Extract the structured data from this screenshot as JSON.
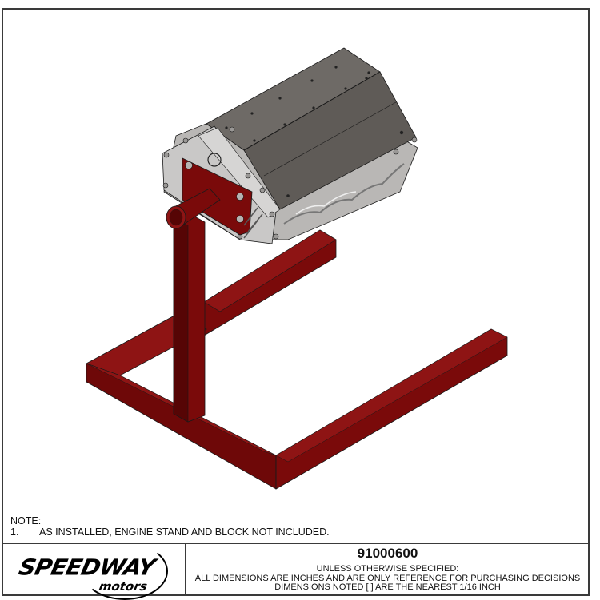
{
  "drawing": {
    "subject": "engine-block-on-stand-assembly",
    "colors": {
      "stand_red": "#7a0a0a",
      "stand_red_dark": "#560505",
      "stand_red_light": "#8e1414",
      "block_gray": "#6e6a66",
      "block_gray_dark": "#55514d",
      "outline": "#1a1a1a"
    }
  },
  "note": {
    "heading": "NOTE:",
    "items": [
      {
        "num": "1.",
        "text": "AS INSTALLED, ENGINE STAND AND BLOCK NOT INCLUDED."
      }
    ]
  },
  "title_block": {
    "logo": {
      "word": "SPEEDWAY",
      "sub": "motors"
    },
    "part_number": "91000600",
    "spec_lines": [
      "UNLESS OTHERWISE SPECIFIED:",
      "ALL DIMENSIONS ARE INCHES AND ARE ONLY REFERENCE FOR PURCHASING DECISIONS",
      "DIMENSIONS NOTED [ ] ARE THE NEAREST 1/16 INCH"
    ]
  }
}
